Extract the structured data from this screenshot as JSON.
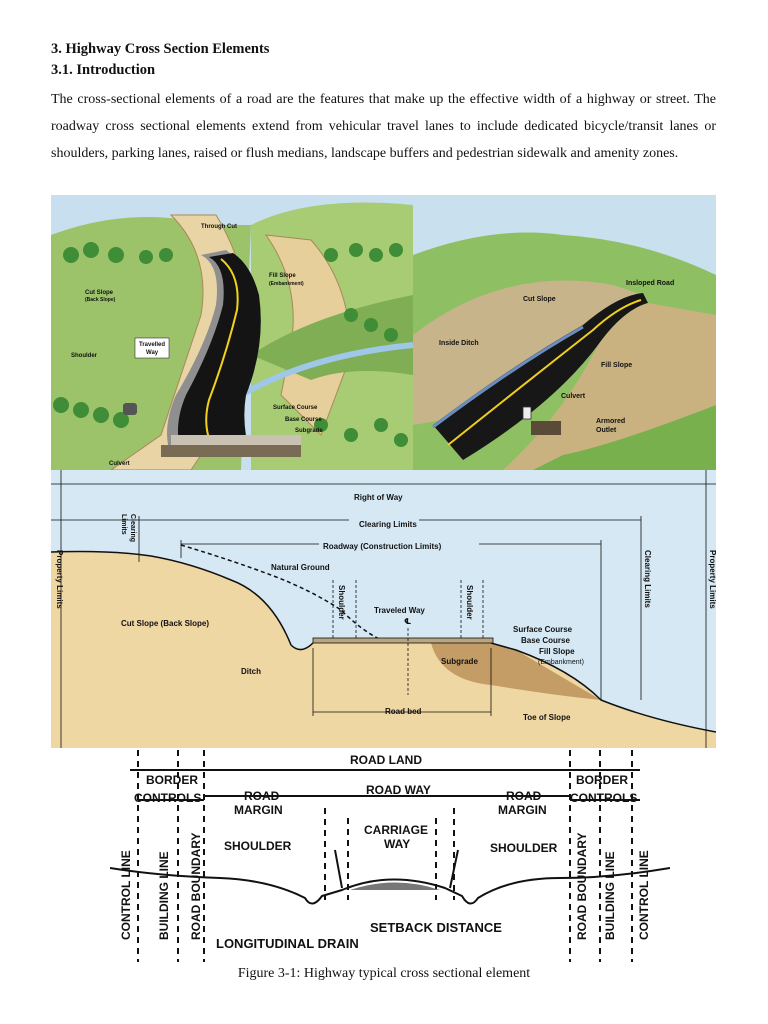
{
  "heading": {
    "section": "3.   Highway Cross Section Elements",
    "sub": "3.1. Introduction"
  },
  "intro": "The cross-sectional elements of a road are the features that make up the effective width of a highway or street. The roadway cross sectional elements extend from vehicular travel lanes to include dedicated bicycle/transit lanes or shoulders, parking lanes, raised or flush medians, landscape buffers and pedestrian sidewalk and amenity zones.",
  "panel_left": {
    "through_cut": "Through Cut",
    "fill_slope": "Fill Slope",
    "fill_slope_sub": "(Embankment)",
    "cut_slope": "Cut Slope",
    "cut_slope_sub": "(Back Slope)",
    "travelled_way_1": "Travelled",
    "travelled_way_2": "Way",
    "shoulder": "Shoulder",
    "surface_course": "Surface Course",
    "base_course": "Base Course",
    "subgrade": "Subgrade",
    "culvert": "Culvert"
  },
  "panel_right": {
    "insloped_road": "Insloped Road",
    "cut_slope": "Cut Slope",
    "inside_ditch": "Inside Ditch",
    "fill_slope": "Fill Slope",
    "culvert": "Culvert",
    "armored_1": "Armored",
    "armored_2": "Outlet"
  },
  "section_diagram": {
    "right_of_way": "Right of Way",
    "clearing_limits": "Clearing Limits",
    "clearing_limits_left_1": "Clearing",
    "clearing_limits_left_2": "Limits",
    "roadway": "Roadway (Construction Limits)",
    "natural_ground": "Natural Ground",
    "property_limits": "Property Limits",
    "shoulder": "Shoulder",
    "traveled_way": "Traveled Way",
    "centerline": "℄",
    "surface_course": "Surface Course",
    "base_course": "Base Course",
    "fill_slope": "Fill Slope",
    "embankment": "(Embankment)",
    "subgrade": "Subgrade",
    "cut_slope": "Cut Slope (Back Slope)",
    "ditch": "Ditch",
    "road_bed": "Road bed",
    "toe_of_slope": "Toe of Slope"
  },
  "sketch": {
    "road_land": "ROAD LAND",
    "border_controls_l_1": "BORDER",
    "border_controls_l_2": "CONTROLS",
    "border_controls_r_1": "BORDER",
    "border_controls_r_2": "CONTROLS",
    "road_margin_l_1": "ROAD",
    "road_margin_l_2": "MARGIN",
    "road_way": "ROAD WAY",
    "road_margin_r_1": "ROAD",
    "road_margin_r_2": "MARGIN",
    "shoulder_l": "SHOULDER",
    "carriage_1": "CARRIAGE",
    "carriage_2": "WAY",
    "shoulder_r": "SHOULDER",
    "control_line": "CONTROL LINE",
    "building_line": "BUILDING LINE",
    "road_boundary": "ROAD BOUNDARY",
    "setback_distance": "SETBACK DISTANCE",
    "longitudinal_drain": "LONGITUDINAL  DRAIN"
  },
  "caption": "Figure 3-1: Highway typical cross sectional element"
}
